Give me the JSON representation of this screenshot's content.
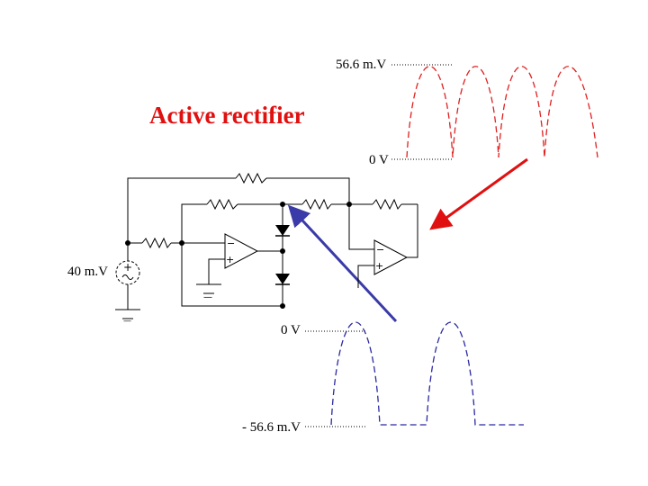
{
  "title": "Active rectifier",
  "labels": {
    "output_peak": "56.6 m.V",
    "output_zero": "0 V",
    "input_amplitude": "40 m.V",
    "inverted_zero": "0 V",
    "inverted_peak": "- 56.6 m.V"
  },
  "colors": {
    "output_wave": "#e02020",
    "inverted_wave": "#2a2aa0",
    "red_arrow": "#e01010",
    "blue_arrow": "#3a3aa8",
    "circuit": "#000000"
  }
}
